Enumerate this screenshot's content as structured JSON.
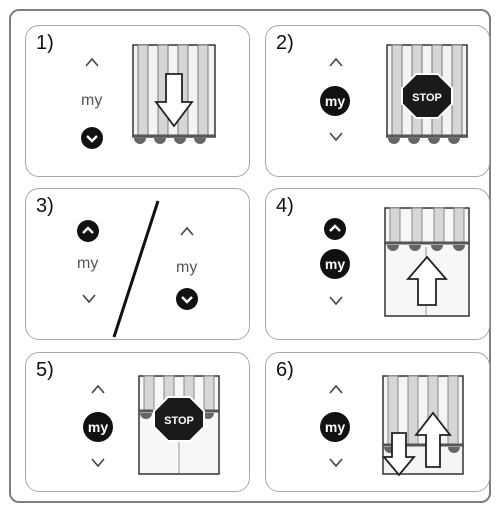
{
  "steps": [
    {
      "number": "1)",
      "up_icon": "chevron-up-outline",
      "my_label": "my",
      "down_icon": "chevron-down-filled"
    },
    {
      "number": "2)",
      "up_icon": "chevron-up-outline",
      "my_label": "my",
      "down_icon": "chevron-down-outline",
      "stop_text": "STOP"
    },
    {
      "number": "3)",
      "left_up_icon": "chevron-up-filled",
      "left_my_label": "my",
      "left_down_icon": "chevron-down-outline",
      "right_up_icon": "chevron-up-outline",
      "right_my_label": "my",
      "right_down_icon": "chevron-down-filled"
    },
    {
      "number": "4)",
      "up_icon": "chevron-up-filled",
      "my_label": "my",
      "down_icon": "chevron-down-outline"
    },
    {
      "number": "5)",
      "up_icon": "chevron-up-outline",
      "my_label": "my",
      "down_icon": "chevron-down-outline",
      "stop_text": "STOP"
    },
    {
      "number": "6)",
      "up_icon": "chevron-up-outline",
      "my_label": "my",
      "down_icon": "chevron-down-outline"
    }
  ],
  "colors": {
    "button_fill": "#111111",
    "panel_border": "#a9a9a9",
    "frame_border": "#7f7f7f",
    "stop_red": "#1a1a1a"
  }
}
